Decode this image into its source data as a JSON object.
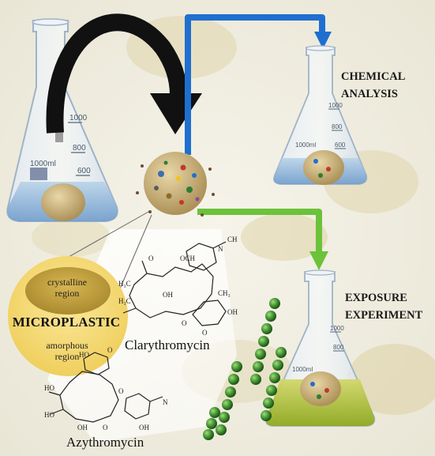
{
  "labels": {
    "chemical_analysis": [
      "CHEMICAL",
      "ANALYSIS"
    ],
    "exposure_experiment": [
      "EXPOSURE",
      "EXPERIMENT"
    ]
  },
  "microplastic": {
    "crystalline": [
      "crystalline",
      "region"
    ],
    "title": "MICROPLASTIC",
    "amorphous": [
      "amorphous",
      "region"
    ]
  },
  "molecules": {
    "clarythromycin": "Clarythromycin",
    "azythromycin": "Azythromycin"
  },
  "beakers": {
    "large": {
      "marks": [
        "1000",
        "800",
        "600"
      ],
      "volume": "1000ml"
    },
    "small": {
      "marks": [
        "1000",
        "800",
        "600"
      ],
      "volume": "1000ml"
    }
  },
  "colors": {
    "black_arrow": "#111111",
    "blue_arrow": "#1f6fd0",
    "green_arrow": "#6cc23a",
    "water": "#8fb5d8",
    "algae_water": "#a7b92a",
    "ellipse": "#f4d66c",
    "ellipse_inner": "#c9a842",
    "algae": "#3f8f2f"
  }
}
